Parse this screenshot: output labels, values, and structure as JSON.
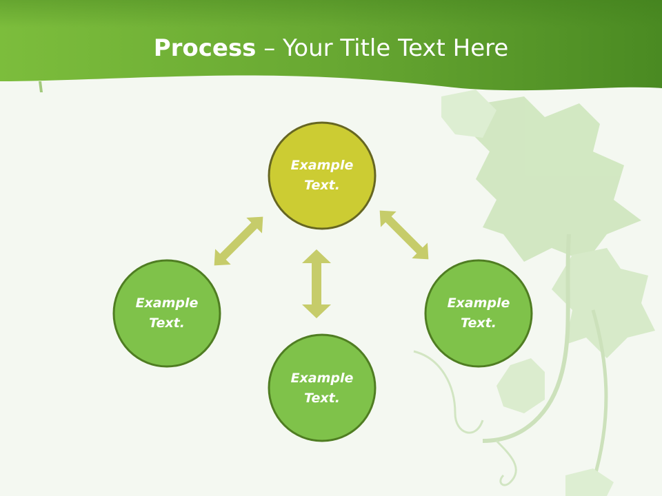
{
  "slide": {
    "title_bold": "Process",
    "title_rest": " – Your Title Text Here"
  },
  "colors": {
    "banner_dark": "#4a8a22",
    "banner_light": "#7cbd3c",
    "top_node_fill": "#cccc33",
    "top_node_stroke": "#666622",
    "node_fill": "#7fc24a",
    "node_stroke": "#4f7d22",
    "arrow": "#c6cc6a",
    "background": "#f4f8f1"
  },
  "nodes": [
    {
      "id": "top",
      "line1": "Example",
      "line2": "Text."
    },
    {
      "id": "left",
      "line1": "Example",
      "line2": "Text."
    },
    {
      "id": "right",
      "line1": "Example",
      "line2": "Text."
    },
    {
      "id": "bottom",
      "line1": "Example",
      "line2": "Text."
    }
  ],
  "arrows": [
    {
      "id": "top-left",
      "shape": "double-arrow"
    },
    {
      "id": "top-right",
      "shape": "double-arrow"
    },
    {
      "id": "top-bottom",
      "shape": "double-arrow"
    }
  ]
}
